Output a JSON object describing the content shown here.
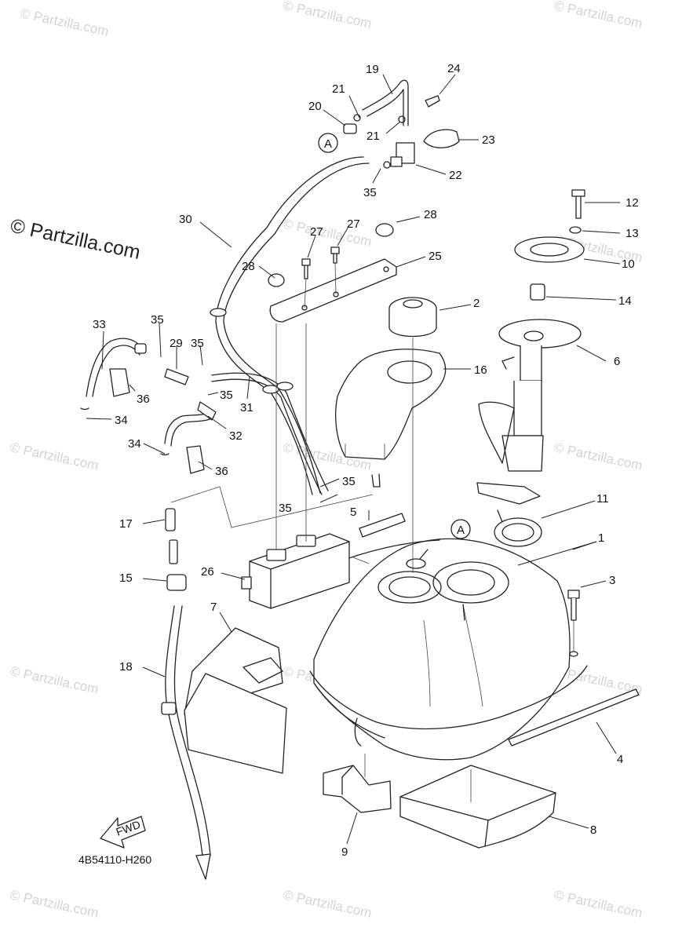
{
  "watermark": {
    "main": "© Partzilla.com",
    "tile": "© Partzilla.com"
  },
  "diagram_code": "4B54110-H260",
  "fwd_label": "FWD",
  "ref_marker": "A",
  "callouts": {
    "c1": "1",
    "c2": "2",
    "c3": "3",
    "c4": "4",
    "c5": "5",
    "c6": "6",
    "c7": "7",
    "c8": "8",
    "c9": "9",
    "c10": "10",
    "c11": "11",
    "c12": "12",
    "c13": "13",
    "c14": "14",
    "c15": "15",
    "c16": "16",
    "c17": "17",
    "c18": "18",
    "c19": "19",
    "c20": "20",
    "c21a": "21",
    "c21b": "21",
    "c22": "22",
    "c23": "23",
    "c24": "24",
    "c25": "25",
    "c26": "26",
    "c27a": "27",
    "c27b": "27",
    "c28a": "28",
    "c28b": "28",
    "c29": "29",
    "c30": "30",
    "c31": "31",
    "c32": "32",
    "c33": "33",
    "c34a": "34",
    "c34b": "34",
    "c35a": "35",
    "c35b": "35",
    "c35c": "35",
    "c35d": "35",
    "c35e": "35",
    "c35f": "35",
    "c36a": "36",
    "c36b": "36"
  }
}
